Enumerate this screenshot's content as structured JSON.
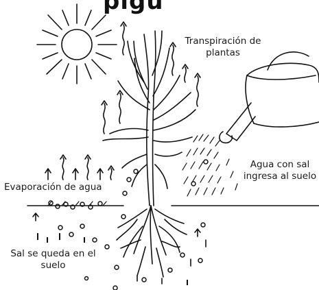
{
  "title_fragment": "pigu",
  "labels": {
    "transpiration_line1": "Transpiración de",
    "transpiration_line2": "plantas",
    "water_line1": "Agua con sal",
    "water_line2": "ingresa al suelo",
    "evaporation": "Evaporación de agua",
    "salt_line1": "Sal se queda en el",
    "salt_line2": "suelo"
  },
  "icons": [
    "sun-icon",
    "plant-icon",
    "watering-can-icon",
    "roots-icon",
    "salt-particles",
    "evaporation-arrows"
  ]
}
